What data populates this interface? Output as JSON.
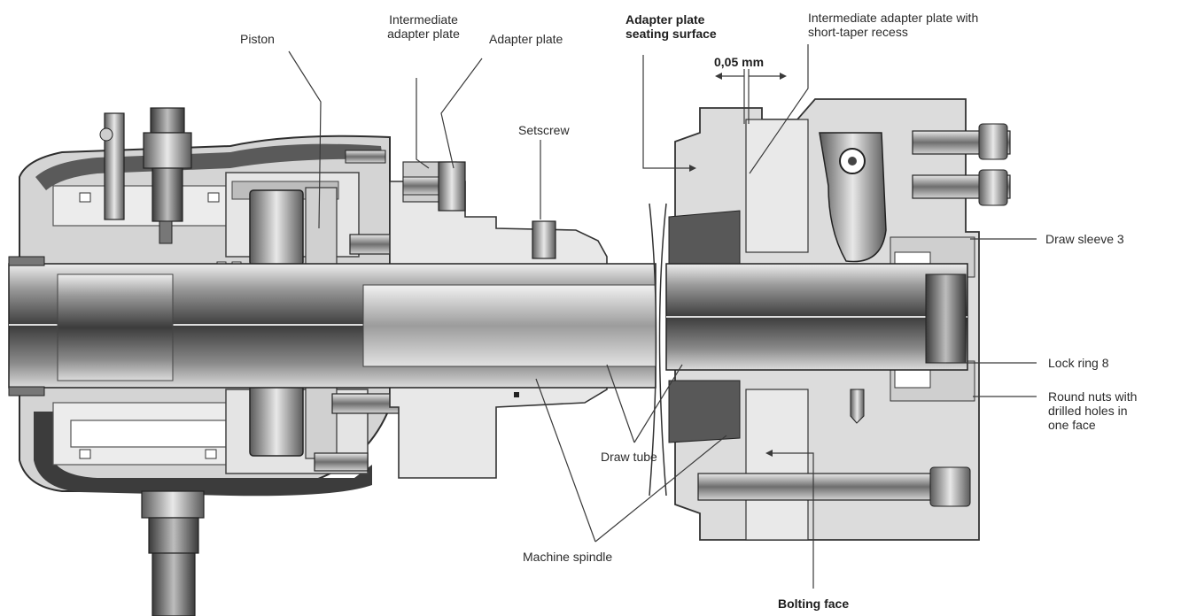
{
  "labels": {
    "piston": "Piston",
    "intermediate_adapter_plate": [
      "Intermediate",
      "adapter plate"
    ],
    "adapter_plate": "Adapter plate",
    "adapter_plate_seating_surface": [
      "Adapter plate",
      "seating surface"
    ],
    "intermediate_adapter_plate_recess": [
      "Intermediate adapter plate with",
      "short-taper recess"
    ],
    "clearance": "0,05 mm",
    "setscrew": "Setscrew",
    "draw_sleeve": "Draw sleeve 3",
    "lock_ring": "Lock ring 8",
    "round_nuts": [
      "Round nuts with",
      "drilled holes in",
      "one face"
    ],
    "draw_tube": "Draw tube",
    "machine_spindle": "Machine spindle",
    "bolting_face": "Bolting face"
  },
  "colors": {
    "metal_light": "#d8d8d8",
    "metal_mid": "#a9a9a9",
    "metal_dark": "#4a4a4a",
    "leader": "#3a3a3a",
    "text": "#2b2b2b"
  }
}
